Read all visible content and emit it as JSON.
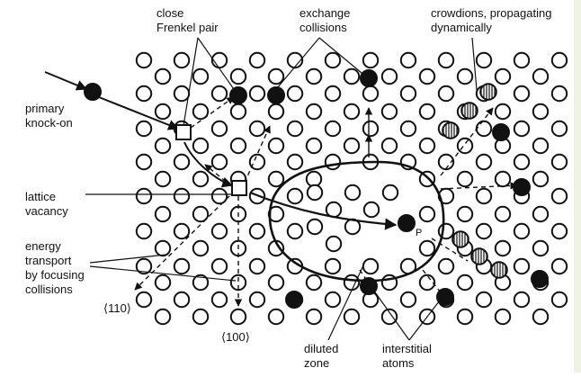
{
  "labels": {
    "close_frenkel_pair": "close\nFrenkel pair",
    "exchange_collisions": "exchange\ncollisions",
    "crowdions": "crowdions, propagating\ndynamically",
    "primary_knock_on": "primary\nknock-on",
    "lattice_vacancy": "lattice\nvacancy",
    "energy_transport": "energy\ntransport\nby focusing\ncollisions",
    "dir_110": "⟨110⟩",
    "dir_100": "⟨100⟩",
    "diluted_zone": "diluted\nzone",
    "interstitial_atoms": "interstitial\natoms",
    "point_p": "P"
  },
  "colors": {
    "ink": "#111111",
    "atom_fill": "#ffffff",
    "interstitial_fill": "#111111"
  }
}
